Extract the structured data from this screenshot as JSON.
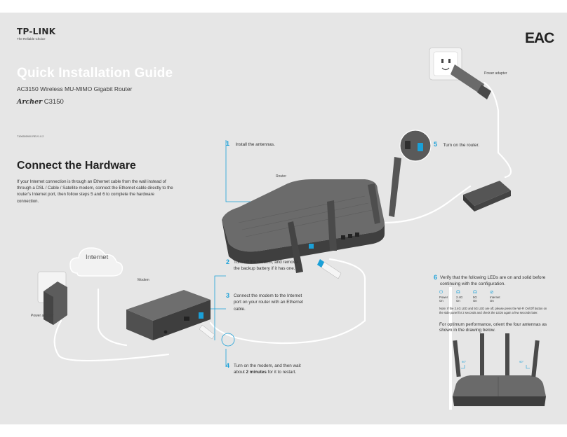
{
  "brand": {
    "logo": "TP-LINK",
    "tagline": "The Reliable Choice",
    "certification_mark": "EAC"
  },
  "header": {
    "title": "Quick Installation Guide",
    "subtitle": "AC3150 Wireless MU-MIMO Gigabit Router",
    "model_brand": "Archer",
    "model_number": "C3150",
    "doc_code": "7106505900    REV1.0.2"
  },
  "section": {
    "heading": "Connect the Hardware",
    "intro": "If your Internet connection is through an Ethernet cable from the wall instead of through a DSL / Cable / Satellite modem, connect the Ethernet cable directly to the router's Internet port, then follow steps 5 and 6 to complete the hardware connection."
  },
  "labels": {
    "internet": "Internet",
    "modem": "Modem",
    "router": "Router",
    "power_adapter_left": "Power adapter",
    "power_adapter_right": "Power adapter",
    "angle": "90°"
  },
  "steps": [
    {
      "num": "1",
      "text": "Install the antennas."
    },
    {
      "num": "2",
      "text": "Turn off the modem, and remove the backup battery if it has one."
    },
    {
      "num": "3",
      "text": "Connect the modem to the Internet port on your router with an Ethernet cable."
    },
    {
      "num": "4",
      "text_pre": "Turn on the modem, and then wait about ",
      "text_bold": "2 minutes",
      "text_post": " for it to restart."
    },
    {
      "num": "5",
      "text": "Turn on the router."
    },
    {
      "num": "6",
      "text": "Verify that the following LEDs are on and solid before continuing with the configuration."
    }
  ],
  "leds": [
    {
      "icon": "⏻",
      "name": "Power",
      "state": "On"
    },
    {
      "icon": "☊",
      "name": "2.4G",
      "state": "On"
    },
    {
      "icon": "☊",
      "name": "5G",
      "state": "On"
    },
    {
      "icon": "⊘",
      "name": "Internet",
      "state": "On"
    }
  ],
  "notes": {
    "wifi_note": "Note: If the 2.4G LED and 5G LED are off, please press the Wi-Fi On/Off button on the side panel for 2 seconds and check the LEDs again a few seconds later.",
    "orientation": "For optimum performance, orient the four antennas as shown in the drawing below."
  },
  "colors": {
    "accent": "#1aa0d8",
    "background": "#e6e6e6",
    "device": "#5a5a5a"
  }
}
